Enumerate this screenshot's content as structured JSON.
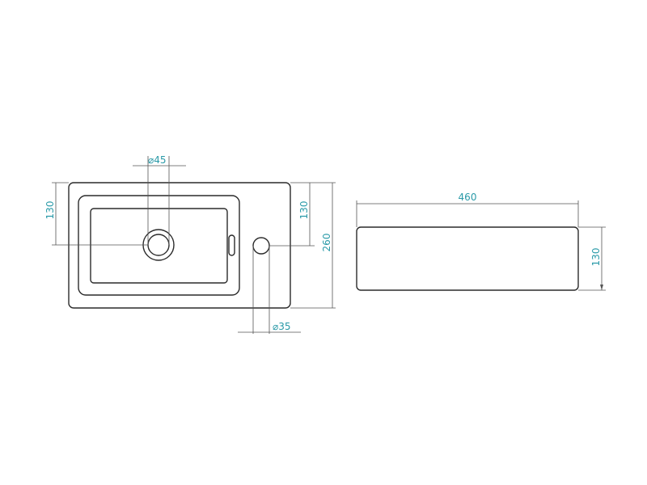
{
  "colors": {
    "outline": "#2a2a2a",
    "dimension_line": "#555555",
    "dimension_text": "#2a9aa8"
  },
  "top_view": {
    "drain_diameter": "⌀45",
    "tap_hole_diameter": "⌀35",
    "drain_center_height": "130",
    "tap_hole_center_height": "130",
    "total_depth": "260"
  },
  "side_view": {
    "width": "460",
    "height": "130"
  }
}
